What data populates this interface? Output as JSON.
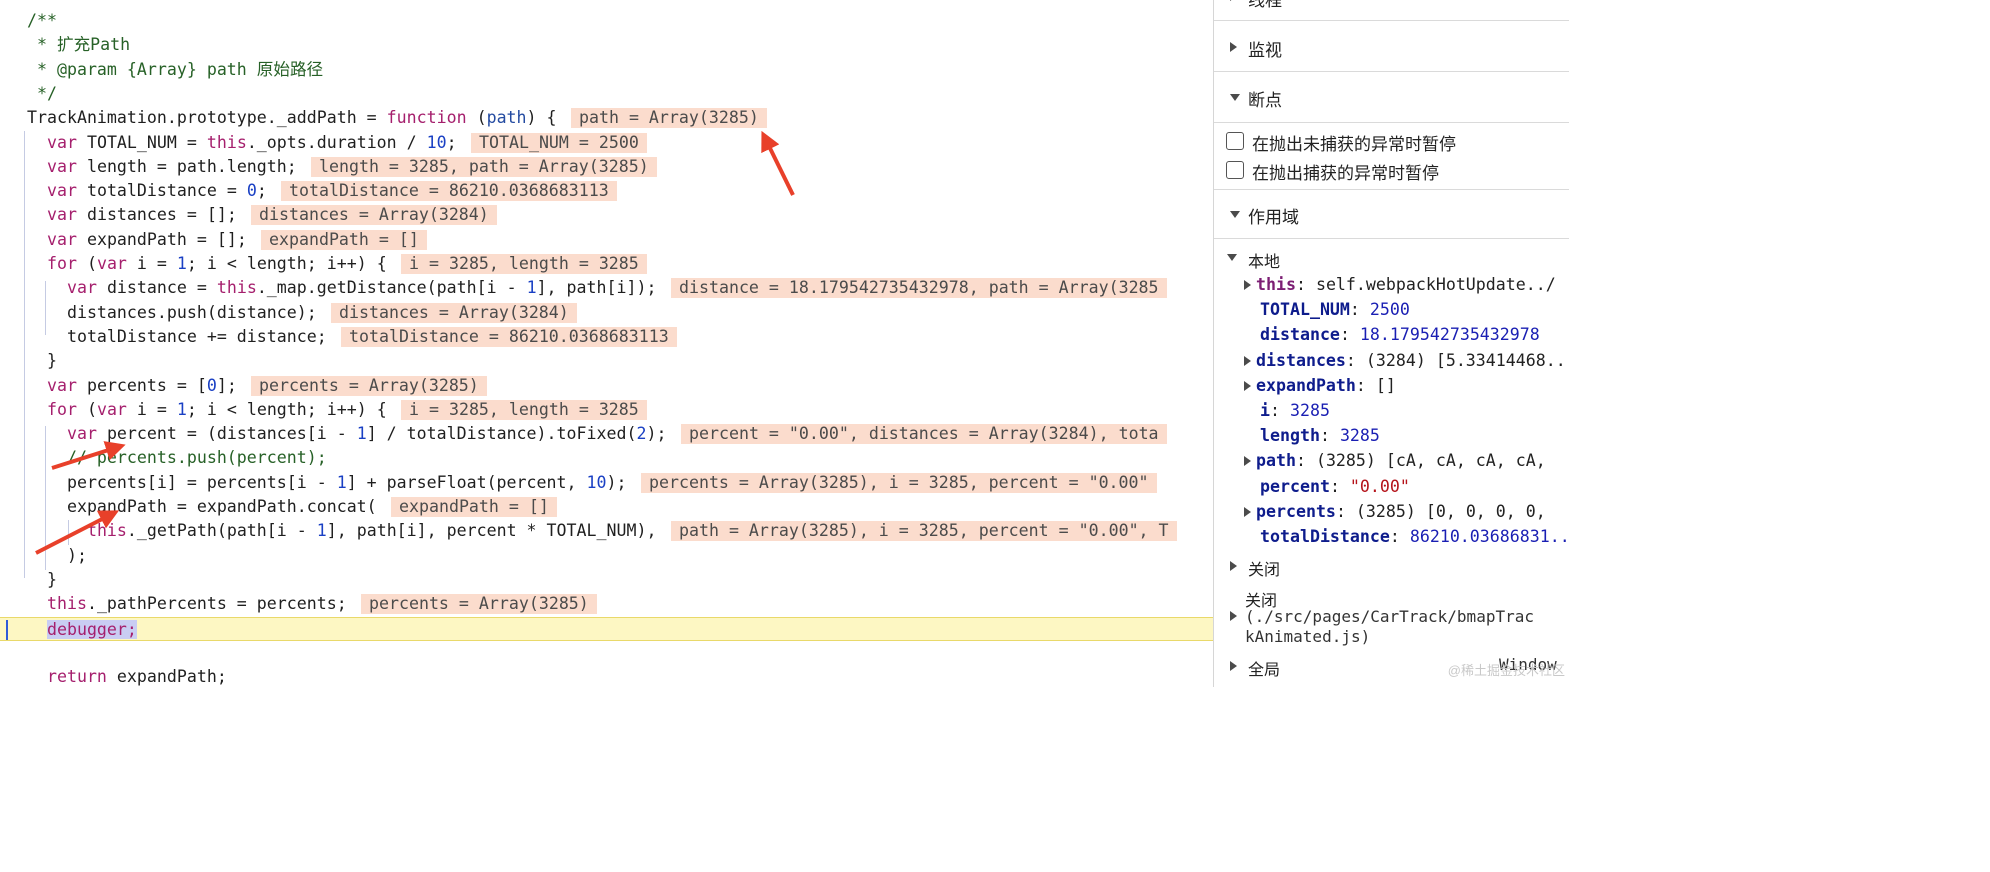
{
  "code_lines": [
    {
      "segments": [
        {
          "t": "/**",
          "c": "cm"
        }
      ]
    },
    {
      "segments": [
        {
          "t": " * 扩充Path",
          "c": "cm"
        }
      ]
    },
    {
      "segments": [
        {
          "t": " * @param {Array} path 原始路径",
          "c": "cm"
        }
      ]
    },
    {
      "segments": [
        {
          "t": " */",
          "c": "cm"
        }
      ]
    },
    {
      "segments": [
        {
          "t": "TrackAnimation.prototype._addPath = "
        },
        {
          "t": "function",
          "c": "kw"
        },
        {
          "t": " ("
        },
        {
          "t": "path",
          "c": "pr"
        },
        {
          "t": ") {"
        }
      ],
      "annotation": "path = Array(3285)"
    },
    {
      "segments": [
        {
          "t": "  "
        },
        {
          "t": "var",
          "c": "kw"
        },
        {
          "t": " TOTAL_NUM = "
        },
        {
          "t": "this",
          "c": "kw"
        },
        {
          "t": "._opts.duration / "
        },
        {
          "t": "10",
          "c": "nm"
        },
        {
          "t": ";"
        }
      ],
      "annotation": "TOTAL_NUM = 2500"
    },
    {
      "segments": [
        {
          "t": "  "
        },
        {
          "t": "var",
          "c": "kw"
        },
        {
          "t": " length = path.length;"
        }
      ],
      "annotation": "length = 3285, path = Array(3285)"
    },
    {
      "segments": [
        {
          "t": "  "
        },
        {
          "t": "var",
          "c": "kw"
        },
        {
          "t": " totalDistance = "
        },
        {
          "t": "0",
          "c": "nm"
        },
        {
          "t": ";"
        }
      ],
      "annotation": "totalDistance = 86210.0368683113"
    },
    {
      "segments": [
        {
          "t": "  "
        },
        {
          "t": "var",
          "c": "kw"
        },
        {
          "t": " distances = [];"
        }
      ],
      "annotation": "distances = Array(3284)"
    },
    {
      "segments": [
        {
          "t": "  "
        },
        {
          "t": "var",
          "c": "kw"
        },
        {
          "t": " expandPath = [];"
        }
      ],
      "annotation": "expandPath = []"
    },
    {
      "segments": [
        {
          "t": "  "
        },
        {
          "t": "for",
          "c": "kw"
        },
        {
          "t": " ("
        },
        {
          "t": "var",
          "c": "kw"
        },
        {
          "t": " i = "
        },
        {
          "t": "1",
          "c": "nm"
        },
        {
          "t": "; i < length; i++) {"
        }
      ],
      "annotation": "i = 3285, length = 3285"
    },
    {
      "segments": [
        {
          "t": "    "
        },
        {
          "t": "var",
          "c": "kw"
        },
        {
          "t": " distance = "
        },
        {
          "t": "this",
          "c": "kw"
        },
        {
          "t": "._map.getDistance(path[i - "
        },
        {
          "t": "1",
          "c": "nm"
        },
        {
          "t": "], path[i]);"
        }
      ],
      "annotation": "distance = 18.179542735432978, path = Array(3285"
    },
    {
      "segments": [
        {
          "t": "    distances.push(distance);"
        }
      ],
      "annotation": "distances = Array(3284)"
    },
    {
      "segments": [
        {
          "t": "    totalDistance += distance;"
        }
      ],
      "annotation": "totalDistance = 86210.0368683113"
    },
    {
      "segments": [
        {
          "t": "  }"
        }
      ]
    },
    {
      "segments": [
        {
          "t": "  "
        },
        {
          "t": "var",
          "c": "kw"
        },
        {
          "t": " percents = ["
        },
        {
          "t": "0",
          "c": "nm"
        },
        {
          "t": "];"
        }
      ],
      "annotation": "percents = Array(3285)"
    },
    {
      "segments": [
        {
          "t": "  "
        },
        {
          "t": "for",
          "c": "kw"
        },
        {
          "t": " ("
        },
        {
          "t": "var",
          "c": "kw"
        },
        {
          "t": " i = "
        },
        {
          "t": "1",
          "c": "nm"
        },
        {
          "t": "; i < length; i++) {"
        }
      ],
      "annotation": "i = 3285, length = 3285"
    },
    {
      "segments": [
        {
          "t": "    "
        },
        {
          "t": "var",
          "c": "kw"
        },
        {
          "t": " percent = (distances[i - "
        },
        {
          "t": "1",
          "c": "nm"
        },
        {
          "t": "] / totalDistance).toFixed("
        },
        {
          "t": "2",
          "c": "nm"
        },
        {
          "t": ");"
        }
      ],
      "annotation": "percent = \"0.00\", distances = Array(3284), tota"
    },
    {
      "segments": [
        {
          "t": "    // percents.push(percent);",
          "c": "cm"
        }
      ]
    },
    {
      "segments": [
        {
          "t": "    percents[i] = percents[i - "
        },
        {
          "t": "1",
          "c": "nm"
        },
        {
          "t": "] + parseFloat(percent, "
        },
        {
          "t": "10",
          "c": "nm"
        },
        {
          "t": ");"
        }
      ],
      "annotation": "percents = Array(3285), i = 3285, percent = \"0.00\""
    },
    {
      "segments": [
        {
          "t": "    expandPath = expandPath.concat("
        }
      ],
      "annotation": "expandPath = []"
    },
    {
      "segments": [
        {
          "t": "      "
        },
        {
          "t": "this",
          "c": "kw"
        },
        {
          "t": "._getPath(path[i - "
        },
        {
          "t": "1",
          "c": "nm"
        },
        {
          "t": "], path[i], percent * TOTAL_NUM),"
        }
      ],
      "annotation": "path = Array(3285), i = 3285, percent = \"0.00\", T"
    },
    {
      "segments": [
        {
          "t": "    );"
        }
      ]
    },
    {
      "segments": [
        {
          "t": "  }"
        }
      ]
    },
    {
      "segments": [
        {
          "t": "  "
        },
        {
          "t": "this",
          "c": "kw"
        },
        {
          "t": "._pathPercents = percents;"
        }
      ],
      "annotation": "percents = Array(3285)"
    },
    {
      "segments": [
        {
          "t": "  "
        },
        {
          "t": "debugger",
          "c": "dbg"
        },
        {
          "t": ";",
          "c": "dbg"
        }
      ],
      "current": true
    },
    {
      "segments": [
        {
          "t": ""
        }
      ]
    },
    {
      "segments": [
        {
          "t": "  "
        },
        {
          "t": "return",
          "c": "kw"
        },
        {
          "t": " expandPath;"
        }
      ]
    }
  ],
  "sidebar": {
    "thread_label": "线程",
    "watch_label": "监视",
    "breakpoints_label": "断点",
    "pause_uncaught": "在抛出未捕获的异常时暂停",
    "pause_caught": "在抛出捕获的异常时暂停",
    "scope_label": "作用域",
    "local_label": "本地",
    "closure_label": "关闭",
    "closure2_label": "关闭",
    "closure2_path_1": "(./src/pages/CarTrack/bmapTrac",
    "closure2_path_2": "kAnimated.js)",
    "global_label": "全局",
    "global_value": "Window",
    "watermark": "@稀土掘金技术社区"
  },
  "scope_vars": [
    {
      "key": "this",
      "sep": ": ",
      "val": "self.webpackHotUpdate../",
      "vc": "v-obj",
      "kc": "k",
      "expandable": true
    },
    {
      "key": "TOTAL_NUM",
      "sep": ": ",
      "val": "2500",
      "vc": "v-num",
      "kc": "k2",
      "expandable": false
    },
    {
      "key": "distance",
      "sep": ": ",
      "val": "18.179542735432978",
      "vc": "v-num",
      "kc": "k2",
      "expandable": false
    },
    {
      "key": "distances",
      "sep": ": ",
      "val": "(3284) [5.33414468...",
      "vc": "v-obj",
      "kc": "k2",
      "expandable": true
    },
    {
      "key": "expandPath",
      "sep": ": ",
      "val": "[]",
      "vc": "v-obj",
      "kc": "k2",
      "expandable": true
    },
    {
      "key": "i",
      "sep": ": ",
      "val": "3285",
      "vc": "v-num",
      "kc": "k2",
      "expandable": false
    },
    {
      "key": "length",
      "sep": ": ",
      "val": "3285",
      "vc": "v-num",
      "kc": "k2",
      "expandable": false
    },
    {
      "key": "path",
      "sep": ": ",
      "val": "(3285) [cA, cA, cA, cA,",
      "vc": "v-obj",
      "kc": "k2",
      "expandable": true
    },
    {
      "key": "percent",
      "sep": ": ",
      "val": "\"0.00\"",
      "vc": "v-str",
      "kc": "k2",
      "expandable": false
    },
    {
      "key": "percents",
      "sep": ": ",
      "val": "(3285) [0, 0, 0, 0,",
      "vc": "v-obj",
      "kc": "k2",
      "expandable": true
    },
    {
      "key": "totalDistance",
      "sep": ": ",
      "val": "86210.03686831...",
      "vc": "v-num",
      "kc": "k2",
      "expandable": false
    }
  ],
  "colors": {
    "annotation_bg": "#fbdccd",
    "current_line_bg": "#fdf7c3",
    "keyword": "#a51f6d",
    "comment": "#276127",
    "number": "#1a40c4",
    "arrow": "#e8402a"
  }
}
